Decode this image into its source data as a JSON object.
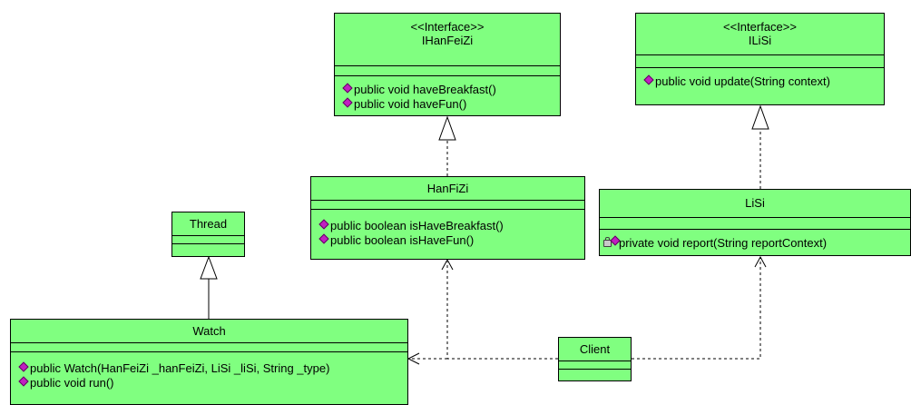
{
  "classes": {
    "ihanfeizi": {
      "stereotype": "<<Interface>>",
      "name": "IHanFeiZi",
      "methods": [
        "public void haveBreakfast()",
        "public void haveFun()"
      ]
    },
    "ilisi": {
      "stereotype": "<<Interface>>",
      "name": "ILiSi",
      "methods": [
        "public void update(String context)"
      ]
    },
    "hanfizi": {
      "name": "HanFiZi",
      "methods": [
        "public boolean isHaveBreakfast()",
        "public boolean isHaveFun()"
      ]
    },
    "lisi": {
      "name": "LiSi",
      "methods": [
        "private void report(String reportContext)"
      ]
    },
    "thread": {
      "name": "Thread"
    },
    "watch": {
      "name": "Watch",
      "methods": [
        "public Watch(HanFeiZi _hanFeiZi, LiSi _liSi, String _type)",
        "public void run()"
      ]
    },
    "client": {
      "name": "Client"
    }
  },
  "relations": [
    {
      "from": "HanFiZi",
      "to": "IHanFeiZi",
      "kind": "realization"
    },
    {
      "from": "LiSi",
      "to": "ILiSi",
      "kind": "realization"
    },
    {
      "from": "Watch",
      "to": "Thread",
      "kind": "generalization"
    },
    {
      "from": "Client",
      "to": "HanFiZi",
      "kind": "dependency"
    },
    {
      "from": "Client",
      "to": "LiSi",
      "kind": "dependency"
    },
    {
      "from": "Client",
      "to": "Watch",
      "kind": "dependency"
    }
  ],
  "colors": {
    "class_fill": "#80ff80",
    "border": "#000000",
    "public_icon": "#c020c0",
    "lock_icon": "#c8c8c8"
  },
  "icons": {
    "public": "public-visibility-icon",
    "private": "private-lock-icon"
  }
}
